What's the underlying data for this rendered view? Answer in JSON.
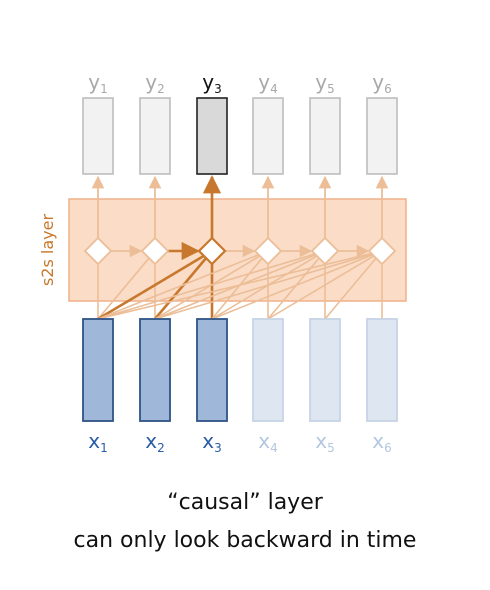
{
  "diagram": {
    "layer_label": "s2s layer",
    "outputs": [
      {
        "label": "y",
        "sub": "1",
        "active": false
      },
      {
        "label": "y",
        "sub": "2",
        "active": false
      },
      {
        "label": "y",
        "sub": "3",
        "active": true
      },
      {
        "label": "y",
        "sub": "4",
        "active": false
      },
      {
        "label": "y",
        "sub": "5",
        "active": false
      },
      {
        "label": "y",
        "sub": "6",
        "active": false
      }
    ],
    "inputs": [
      {
        "label": "x",
        "sub": "1",
        "active": true
      },
      {
        "label": "x",
        "sub": "2",
        "active": true
      },
      {
        "label": "x",
        "sub": "3",
        "active": true
      },
      {
        "label": "x",
        "sub": "4",
        "active": false
      },
      {
        "label": "x",
        "sub": "5",
        "active": false
      },
      {
        "label": "x",
        "sub": "6",
        "active": false
      }
    ],
    "highlight_index": 3,
    "colors": {
      "accent": "#c8782d",
      "accent_light": "#ebbe98",
      "layer_fill": "#fbdcc6",
      "layer_border": "#f0b08a",
      "input_active_fill": "#9fb7d9",
      "input_active_stroke": "#2e5385",
      "input_inactive_fill": "#dde6f1",
      "input_inactive_stroke": "#c6d4e6",
      "input_label_active": "#2a5ba8",
      "input_label_inactive": "#b4c6e0",
      "output_active_fill": "#d9d9d9",
      "output_active_stroke": "#222222",
      "output_inactive_fill": "#f2f2f2",
      "output_inactive_stroke": "#bdbdbd",
      "output_label_active": "#111111",
      "output_label_inactive": "#a9a9a9"
    }
  },
  "caption": {
    "line1": "“causal” layer",
    "line2": "can only look backward in time"
  }
}
